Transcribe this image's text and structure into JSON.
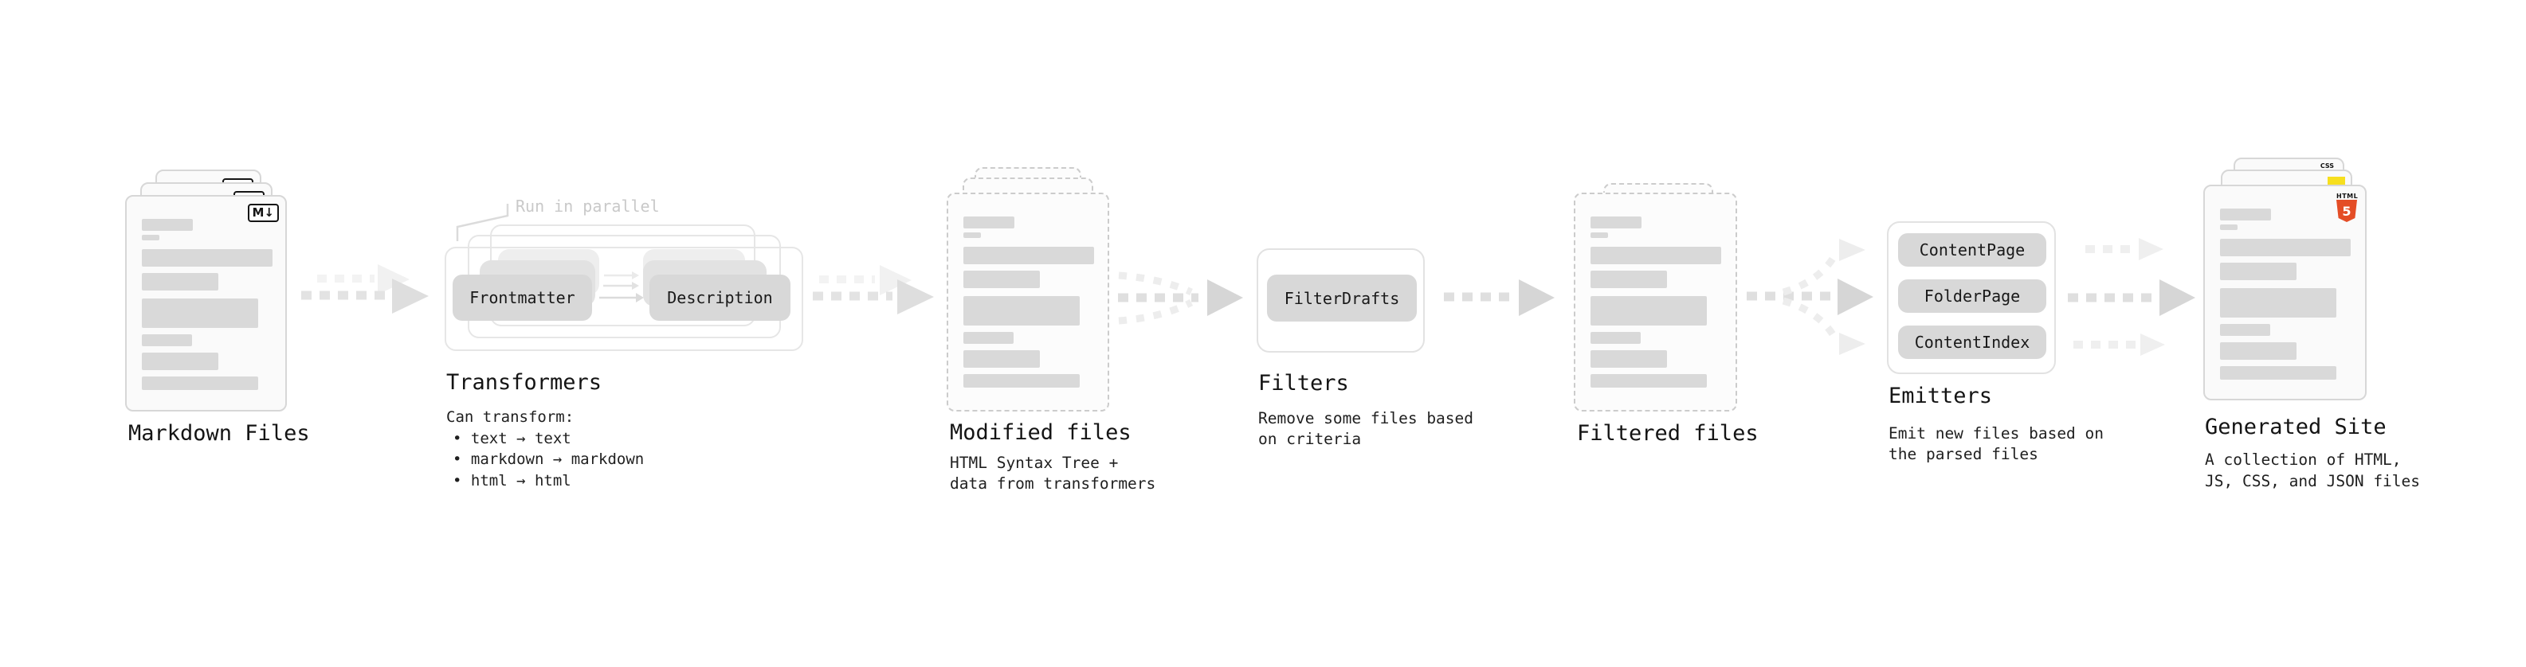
{
  "stages": {
    "markdown_files": {
      "label": "Markdown Files",
      "badge": "M↓"
    },
    "transformers": {
      "label": "Transformers",
      "note": "Run in parallel",
      "chips": [
        "Frontmatter",
        "Description"
      ],
      "desc_title": "Can transform:",
      "bullets": [
        "• text → text",
        "• markdown → markdown",
        "• html → html"
      ]
    },
    "modified_files": {
      "label": "Modified files",
      "desc_lines": [
        "HTML Syntax Tree +",
        "data from transformers"
      ]
    },
    "filters": {
      "label": "Filters",
      "chip": "FilterDrafts",
      "desc_lines": [
        "Remove some files based",
        "on criteria"
      ]
    },
    "filtered_files": {
      "label": "Filtered files"
    },
    "emitters": {
      "label": "Emitters",
      "chips": [
        "ContentPage",
        "FolderPage",
        "ContentIndex"
      ],
      "desc_lines": [
        "Emit new files based on",
        "the parsed files"
      ]
    },
    "generated_site": {
      "label": "Generated Site",
      "desc_lines": [
        "A collection of HTML,",
        "JS, CSS, and JSON files"
      ],
      "badges": {
        "html5_word": "HTML",
        "html5_number": "5",
        "css_label": "CSS"
      }
    }
  },
  "colors": {
    "html5_orange": "#e44d26",
    "js_yellow": "#f7df1e",
    "css_blue": "#2965f1",
    "chip_gray": "#d8d8d8",
    "arrow_gray": "#d6d6d6",
    "note_gray": "#c9c9c9"
  }
}
